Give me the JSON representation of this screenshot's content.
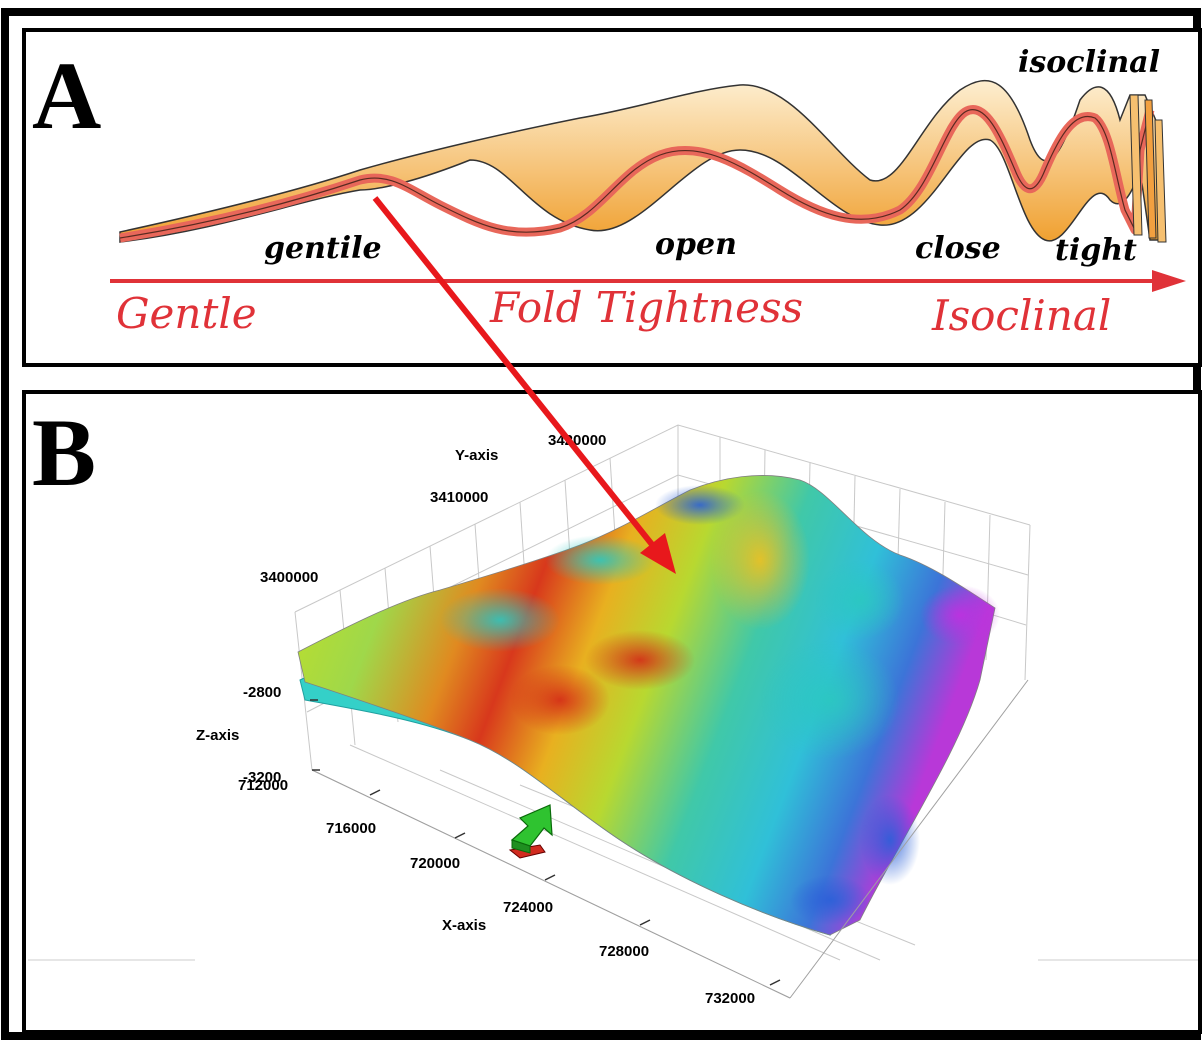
{
  "panel_a": {
    "letter": "A",
    "fold_labels": {
      "gentile": "gentile",
      "open": "open",
      "close": "close",
      "tight": "tight",
      "isoclinal": "isoclinal"
    },
    "scale": {
      "left": "Gentle",
      "center": "Fold Tightness",
      "right": "Isoclinal"
    }
  },
  "panel_b": {
    "letter": "B",
    "axes": {
      "x_title": "X-axis",
      "y_title": "Y-axis",
      "z_title": "Z-axis",
      "x_ticks": [
        "712000",
        "716000",
        "720000",
        "724000",
        "728000",
        "732000"
      ],
      "y_ticks": [
        "3400000",
        "3410000",
        "3420000"
      ],
      "z_ticks": [
        "-2800",
        "-3200"
      ]
    }
  },
  "colors": {
    "frame": "#000000",
    "scale_red": "#e03238",
    "fold_orange": "#f2a93a",
    "fold_layer": "#e8675a",
    "arrow_green": "#2fc330",
    "arrow_red": "#d12b1f"
  }
}
